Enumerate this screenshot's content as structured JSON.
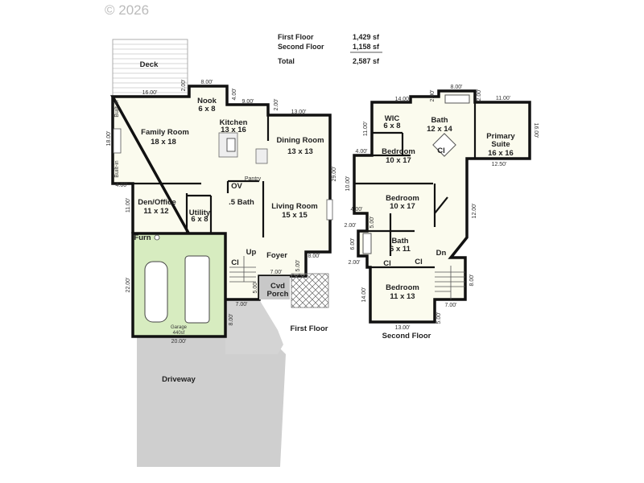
{
  "copyright": "© 2026",
  "summary": {
    "rows": [
      {
        "label": "First Floor",
        "value": "1,429 sf"
      },
      {
        "label": "Second Floor",
        "value": "1,158 sf"
      },
      {
        "label": "Total",
        "value": "2,587 sf"
      }
    ]
  },
  "first_floor": {
    "title": "First Floor",
    "rooms": {
      "deck": "Deck",
      "nook": "Nook",
      "nook_size": "6 x 8",
      "kitchen": "Kitchen",
      "kitchen_size": "13 x 16",
      "family": "Family Room",
      "family_size": "18 x 18",
      "dining": "Dining Room",
      "dining_size": "13 x 13",
      "den": "Den/Office",
      "den_size": "11 x 12",
      "utility": "Utility",
      "utility_size": "6 x 8",
      "ov": "OV",
      "pantry": "Pantry",
      "half_bath": ".5 Bath",
      "living": "Living Room",
      "living_size": "15 x 15",
      "furn": "Furn",
      "cl": "Cl",
      "up": "Up",
      "foyer": "Foyer",
      "porch1": "Cvd",
      "porch2": "Porch",
      "garage": "Garage",
      "garage_size": "440sf",
      "driveway": "Driveway",
      "builtin": "Built-in"
    },
    "dims": [
      "16.00'",
      "2.00'",
      "8.00'",
      "4.00'",
      "9.00'",
      "2.00'",
      "13.00'",
      "18.00'",
      "29.00'",
      "4.00'",
      "11.00'",
      "8.00'",
      "5.00'",
      "7.00'",
      "22.00'",
      "7.00'",
      "8.00'",
      "5.00'",
      "20.00'"
    ]
  },
  "second_floor": {
    "title": "Second Floor",
    "rooms": {
      "wic": "WIC",
      "wic_size": "6 x 8",
      "bath": "Bath",
      "bath_size": "12 x 14",
      "primary1": "Primary",
      "primary2": "Suite",
      "primary_size": "16 x 16",
      "bed1": "Bedroom",
      "bed1_size": "10 x 17",
      "bed2": "Bedroom",
      "bed2_size": "10 x 17",
      "bath2": "Bath",
      "bath2_size": "6 x 11",
      "bed3": "Bedroom",
      "bed3_size": "11 x 13",
      "cl": "Cl",
      "dn": "Dn"
    },
    "dims": [
      "14.00'",
      "2.00'",
      "8.00'",
      "2.00'",
      "11.00'",
      "11.00'",
      "16.00'",
      "4.00'",
      "10.00'",
      "12.50'",
      "12.00'",
      "4.00'",
      "5.00'",
      "2.00'",
      "6.00'",
      "2.00'",
      "14.00'",
      "8.00'",
      "7.00'",
      "5.00'",
      "13.00'"
    ]
  }
}
